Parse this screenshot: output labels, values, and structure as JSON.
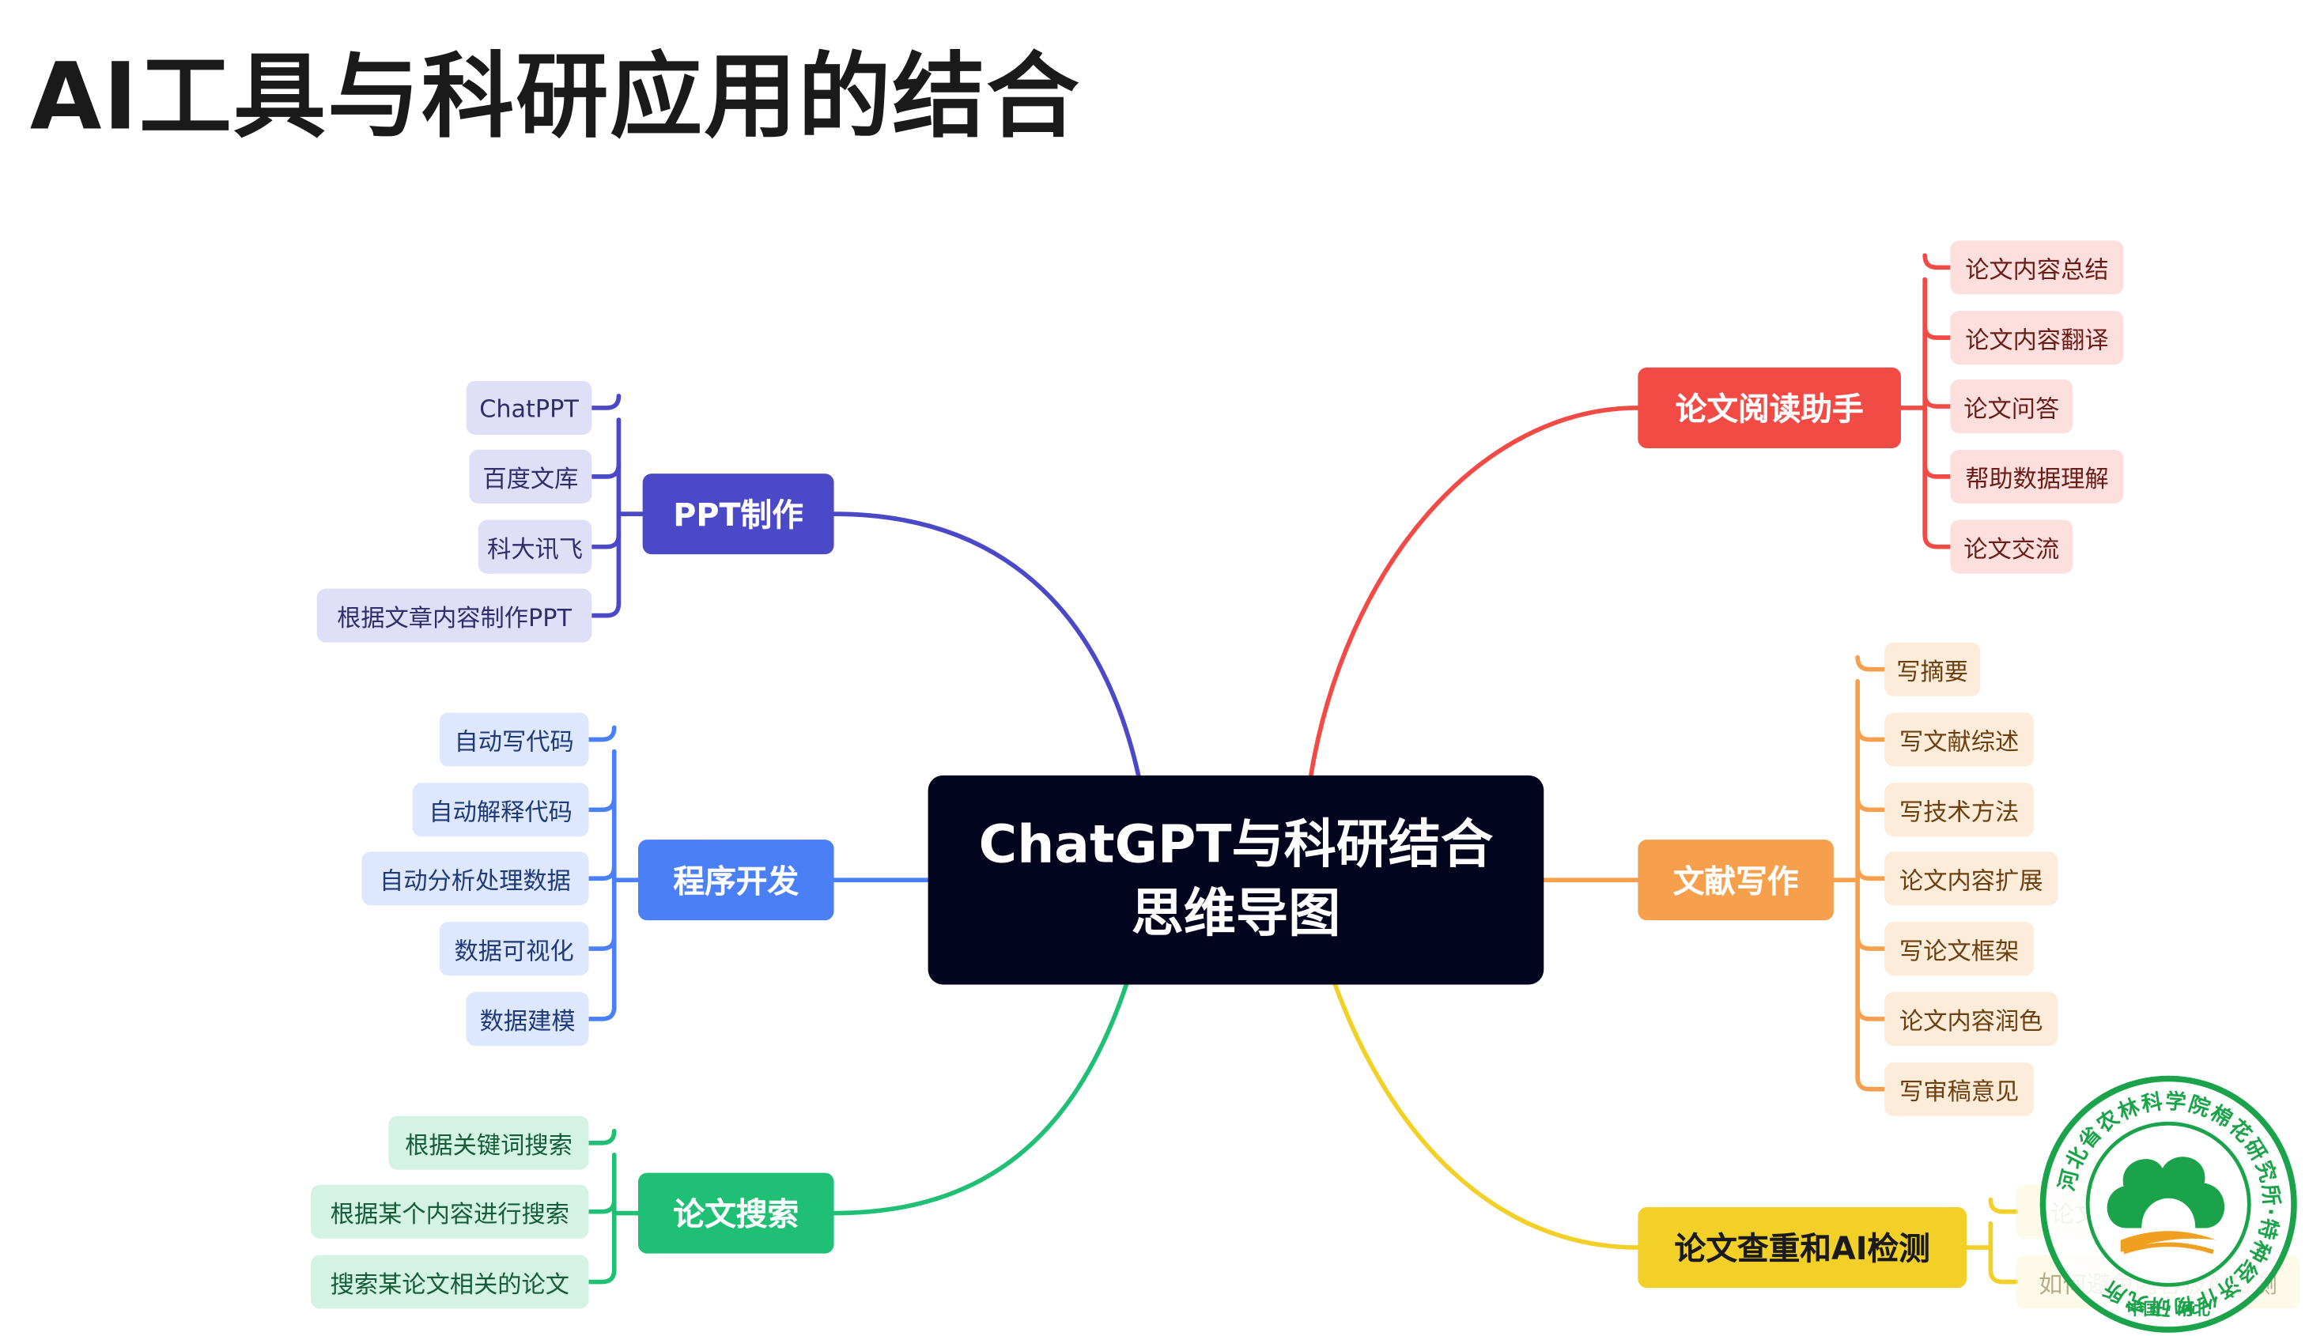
{
  "page": {
    "title": "AI工具与科研应用的结合"
  },
  "center": {
    "line1": "ChatGPT与科研结合",
    "line2": "思维导图"
  },
  "branches": {
    "ppt": {
      "label": "PPT制作",
      "color": "#4b49c7",
      "leaf_bg": "#e0dff8",
      "leaf_text": "#2f2d6a",
      "leaves": [
        "ChatPPT",
        "百度文库",
        "科大讯飞",
        "根据文章内容制作PPT"
      ]
    },
    "code": {
      "label": "程序开发",
      "color": "#4a7ff5",
      "leaf_bg": "#dde7fd",
      "leaf_text": "#1e3a78",
      "leaves": [
        "自动写代码",
        "自动解释代码",
        "自动分析处理数据",
        "数据可视化",
        "数据建模"
      ]
    },
    "search": {
      "label": "论文搜索",
      "color": "#1fbf76",
      "leaf_bg": "#d5f3e4",
      "leaf_text": "#145c3a",
      "leaves": [
        "根据关键词搜索",
        "根据某个内容进行搜索",
        "搜索某论文相关的论文"
      ]
    },
    "reading": {
      "label": "论文阅读助手",
      "color": "#f24a45",
      "leaf_bg": "#fde0de",
      "leaf_text": "#6a1c19",
      "leaves": [
        "论文内容总结",
        "论文内容翻译",
        "论文问答",
        "帮助数据理解",
        "论文交流"
      ]
    },
    "writing": {
      "label": "文献写作",
      "color": "#f6a04d",
      "leaf_bg": "#fdecd9",
      "leaf_text": "#6b3f10",
      "leaves": [
        "写摘要",
        "写文献综述",
        "写技术方法",
        "论文内容扩展",
        "写论文框架",
        "论文内容润色",
        "写审稿意见"
      ]
    },
    "check": {
      "label": "论文查重和AI检测",
      "color": "#f2d028",
      "text_color": "#1a1a1a",
      "leaf_bg": "#fbf3cc",
      "leaf_text": "#5a4a00",
      "leaves": [
        "论文降重",
        "如何避免内容被AI检测"
      ]
    }
  },
  "seal": {
    "text": "河北省农林科学院棉花研究所·特种经济作物研究所",
    "bottom": "中国 · 河北"
  }
}
